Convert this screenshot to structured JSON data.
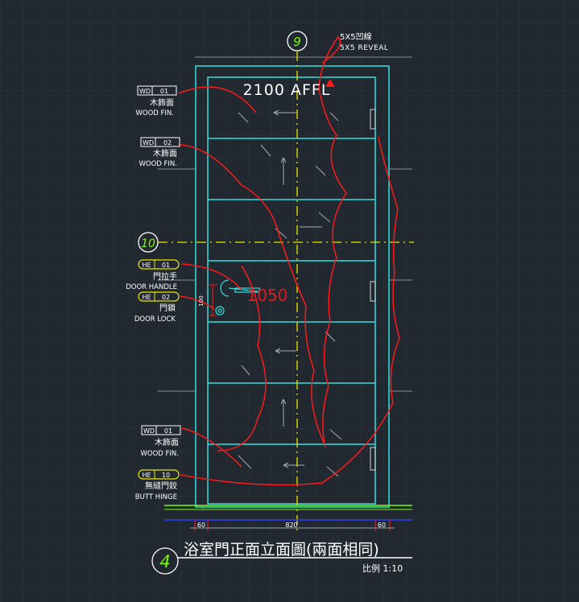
{
  "grid_axes": {
    "vertical": "9",
    "horizontal": "10"
  },
  "door": {
    "height_label": "2100  AFFL",
    "handle_height": "1050",
    "handle_dim": "100",
    "dims": [
      "60",
      "820",
      "60"
    ]
  },
  "callouts": {
    "reveal_cn": "5X5凹線",
    "reveal_en": "5X5  REVEAL",
    "wd01_top": {
      "tag_left": "WD",
      "tag_right": "01",
      "cn": "木飾面",
      "en": "WOOD FIN."
    },
    "wd02": {
      "tag_left": "WD",
      "tag_right": "02",
      "cn": "木飾面",
      "en": "WOOD FIN."
    },
    "he01": {
      "tag_left": "HE",
      "tag_right": "01",
      "cn": "門拉手",
      "en": "DOOR HANDLE"
    },
    "he02": {
      "tag_left": "HE",
      "tag_right": "02",
      "cn": "門鎖",
      "en": "DOOR LOCK"
    },
    "wd01_bottom": {
      "tag_left": "WD",
      "tag_right": "01",
      "cn": "木飾面",
      "en": "WOOD FIN."
    },
    "he10": {
      "tag_left": "HE",
      "tag_right": "10",
      "cn": "無縫門鉸",
      "en": "BUTT HINGE"
    }
  },
  "title": {
    "number": "4",
    "text": "浴室門正面立面圖(兩面相同)",
    "scale": "比例   1:10"
  },
  "colors": {
    "background": "#212830",
    "grid": "#2c343d",
    "door": "#34e0e0",
    "axis": "#e6e600",
    "markup": "#ff1a1a",
    "text": "#ffffff",
    "bubble": "#7cfc00"
  }
}
